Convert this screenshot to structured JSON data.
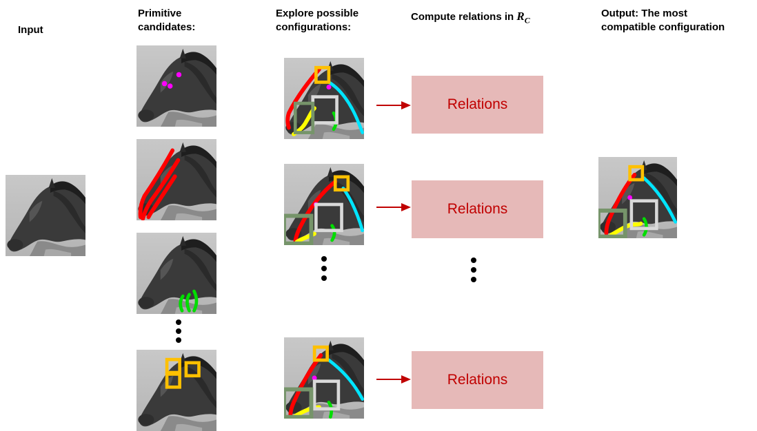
{
  "headers": {
    "input": "Input",
    "primitive": "Primitive\ncandidates:",
    "explore": "Explore possible\nconfigurations:",
    "compute_prefix": "Compute relations in ",
    "compute_symbol": "R",
    "compute_sub": "C",
    "output": "Output: The most\ncompatible configuration"
  },
  "relations": [
    {
      "label": "Relations"
    },
    {
      "label": "Relations"
    },
    {
      "label": "Relations"
    }
  ],
  "colors": {
    "relation_box": "#e6b9b8",
    "relation_text": "#c00000",
    "arrow": "#c00000",
    "head_part": "#ffc000",
    "muzzle_part": "#76946a",
    "mouth_part": "#d9d9d9",
    "keypoint": "#ff00ff",
    "contour_red": "#ff0000",
    "contour_green": "#00dd00",
    "contour_yellow": "#ffff00",
    "contour_cyan": "#00e5ff"
  }
}
